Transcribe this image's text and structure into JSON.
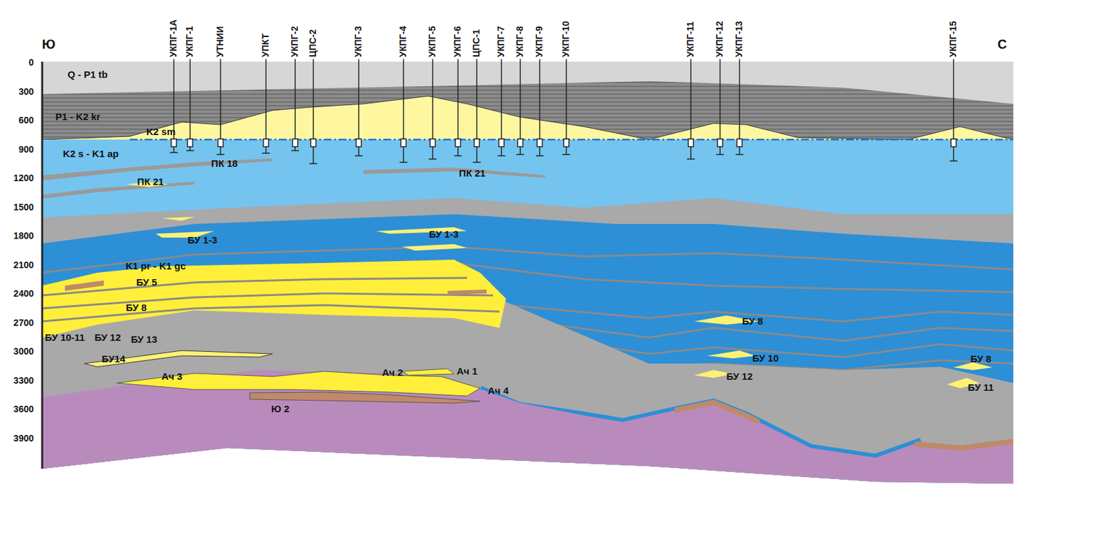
{
  "diagram": {
    "labels": [
      "Ю",
      "С",
      "0",
      "300",
      "600",
      "900",
      "1200",
      "1500",
      "1800",
      "2100",
      "2400",
      "2700",
      "3000",
      "3300",
      "3600",
      "3900",
      "УКПГ-1А",
      "УКПГ-1",
      "УТНИИ",
      "УПКТ",
      "УКПГ-2",
      "ЦПС-2",
      "УКПГ-3",
      "УКПГ-4",
      "УКПГ-5",
      "УКПГ-6",
      "ЦПС-1",
      "УКПГ-7",
      "УКПГ-8",
      "УКПГ-9",
      "УКПГ-10",
      "УКПГ-11",
      "УКПГ-12",
      "УКПГ-13",
      "УКПГ-15",
      "Q - P1 tb",
      "P1 - K2 kr",
      "K2 sm",
      "K2 s - K1 ap",
      "ПК 18",
      "ПК 21",
      "ПК 21",
      "БУ 1-3",
      "БУ 1-3",
      "K1 pr - K1 gc",
      "БУ 5",
      "БУ 8",
      "БУ 10-11",
      "БУ 12",
      "БУ 13",
      "БУ14",
      "БУ 8",
      "БУ 10",
      "БУ 12",
      "БУ 8",
      "БУ 11",
      "Ач 3",
      "Ач 2",
      "Ач 1",
      "Ач 4",
      "Ю 2"
    ]
  }
}
